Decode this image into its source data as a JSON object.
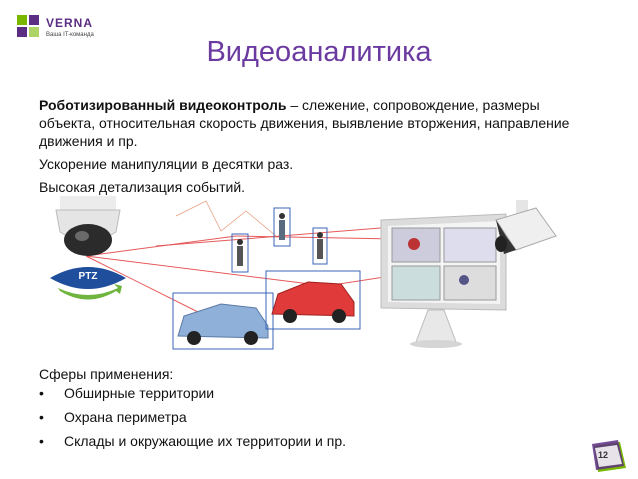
{
  "logo": {
    "name": "VERNA",
    "tagline": "Ваша IT-команда"
  },
  "slide": {
    "title": "Видеоаналитика",
    "p1_bold": "Роботизированный видеоконтроль",
    "p1_rest": " – слежение, сопровождение, размеры объекта, относительная скорость движения, выявление вторжения, направление движения и пр.",
    "p2": "Ускорение манипуляции в десятки раз.",
    "p3": "Высокая детализация событий.",
    "ptz_label": "PTZ",
    "spheres_title": "Сферы применения:",
    "bullets": [
      "Обширные территории",
      "Охрана периметра",
      "Склады и окружающие их территории и пр."
    ],
    "page_number": "12"
  },
  "colors": {
    "title": "#6b3aa0",
    "logo_purple": "#5b2d83",
    "logo_green": "#7ab800",
    "laser": "#e03030",
    "box": "#3a63b8"
  }
}
